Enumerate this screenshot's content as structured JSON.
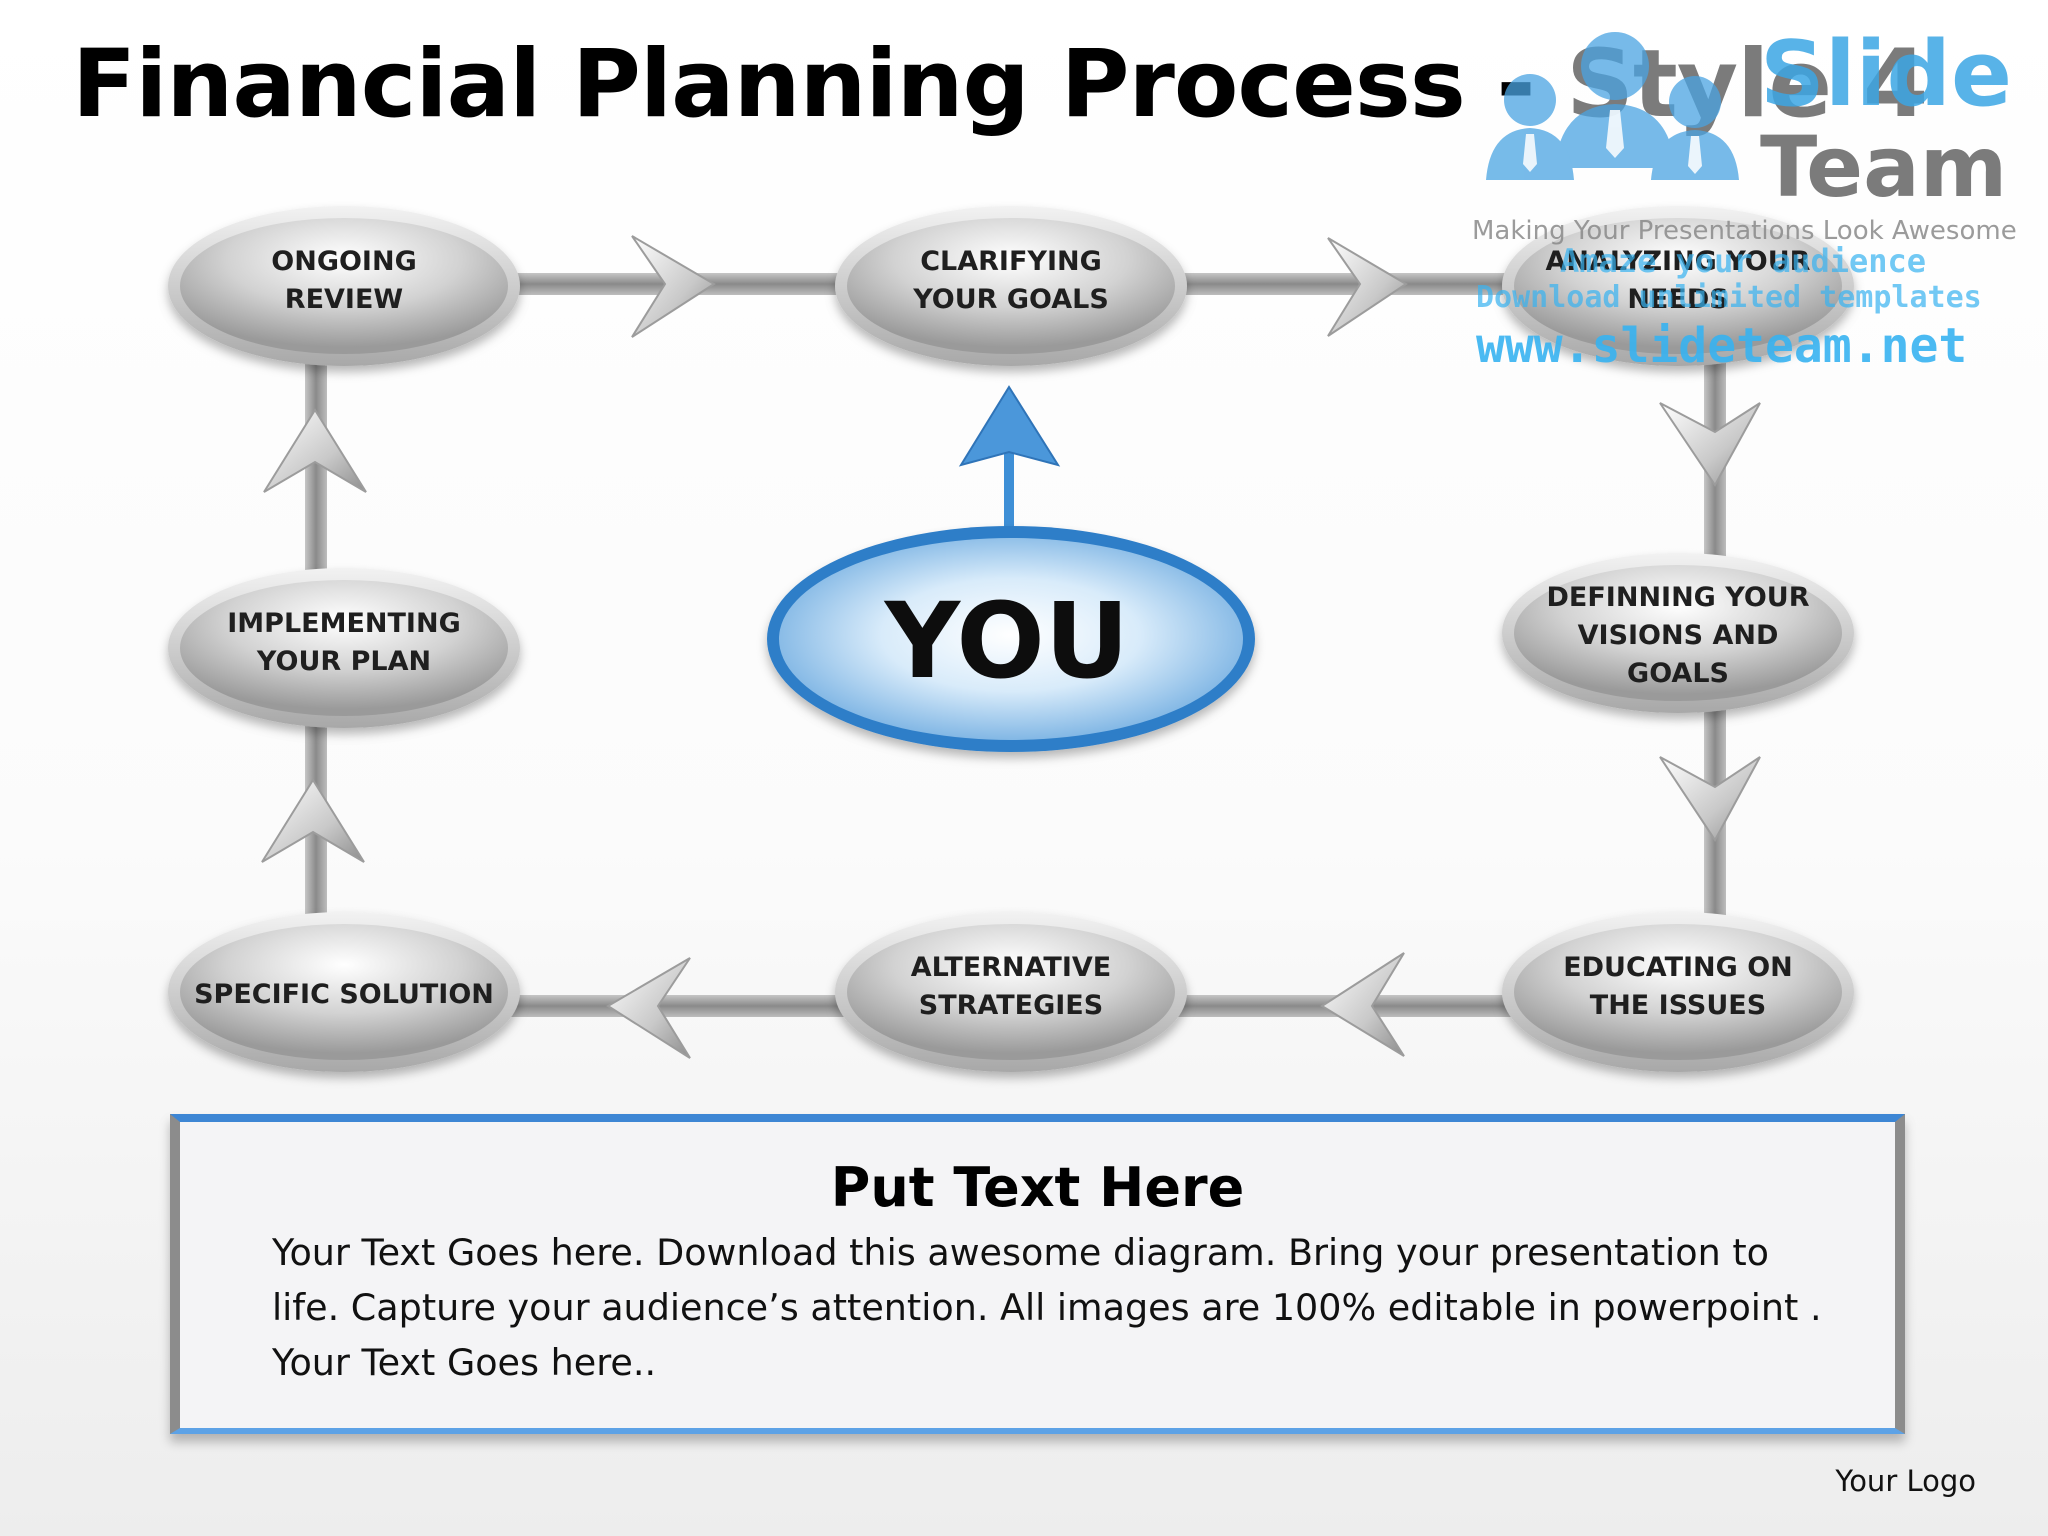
{
  "title": {
    "main": "Financial Planning Process - ",
    "accent": "Style 4"
  },
  "nodes": {
    "ongoing_review": [
      "ONGOING",
      "REVIEW"
    ],
    "clarifying_goals": [
      "CLARIFYING",
      "YOUR GOALS"
    ],
    "analyzing_needs": [
      "ANALYZING YOUR",
      "NEEDS"
    ],
    "defining_visions": [
      "DEFINNING YOUR",
      "VISIONS AND",
      "GOALS"
    ],
    "educating_issues": [
      "EDUCATING ON",
      "THE ISSUES"
    ],
    "alternative_strategies": [
      "ALTERNATIVE",
      "STRATEGIES"
    ],
    "specific_solution": [
      "SPECIFIC SOLUTION"
    ],
    "implementing_plan": [
      "IMPLEMENTING",
      "YOUR PLAN"
    ]
  },
  "center": {
    "label": "YOU"
  },
  "logo": {
    "line1": "Slide",
    "line2": "Team",
    "tagline": "Making Your Presentations Look Awesome",
    "watermark_line1": "Amaze your audience",
    "watermark_line2": "Download unlimited templates",
    "watermark_url": "www.slideteam.net"
  },
  "panel": {
    "heading": "Put Text Here",
    "body": "Your Text Goes here. Download this awesome diagram. Bring your presentation to life. Capture your audience’s attention. All images are 100% editable in powerpoint . Your Text Goes here.."
  },
  "footer": {
    "logo_text": "Your Logo"
  },
  "colors": {
    "node_fill": "#b4b4b4",
    "connector": "#8f8f8f",
    "accent_blue": "#3e8fd6",
    "watermark_blue": "#38b3f1"
  }
}
